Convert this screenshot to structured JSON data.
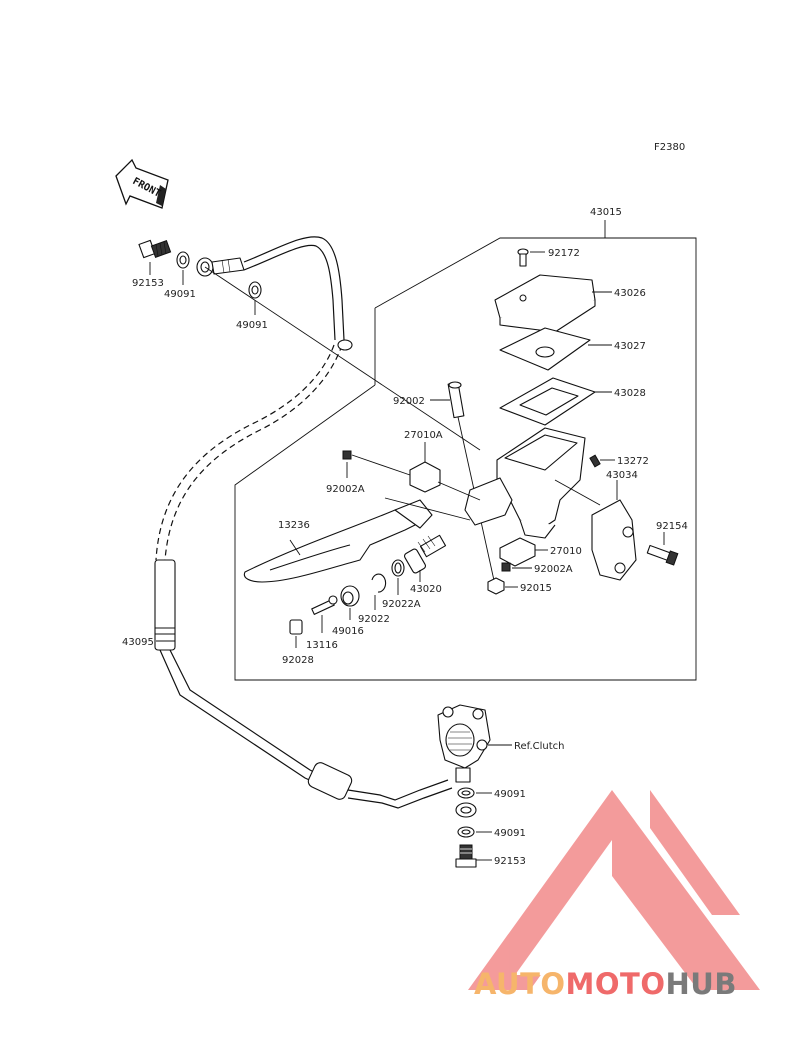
{
  "figure_code": "F2380",
  "front_indicator": "FRONT",
  "parts": {
    "p43015": "43015",
    "p92172": "92172",
    "p43026": "43026",
    "p43027": "43027",
    "p43028": "43028",
    "p92002": "92002",
    "p27010A": "27010A",
    "p13272": "13272",
    "p43034": "43034",
    "p92002A_top": "92002A",
    "p13236": "13236",
    "p92154": "92154",
    "p27010": "27010",
    "p92002A_bot": "92002A",
    "p43020": "43020",
    "p92015": "92015",
    "p92022A": "92022A",
    "p92022": "92022",
    "p49016": "49016",
    "p13116": "13116",
    "p92028": "92028",
    "p43095": "43095",
    "p92153_top": "92153",
    "p49091_top1": "49091",
    "p49091_top2": "49091",
    "ref_clutch": "Ref.Clutch",
    "p49091_bot1": "49091",
    "p49091_bot2": "49091",
    "p92153_bot": "92153"
  },
  "watermark": {
    "part1": "AUTO",
    "part2": "MOTO",
    "part3": "HUB",
    "color_orange": "#f6b56b",
    "color_red": "#ef6a6a",
    "color_gray": "#7a7a7a"
  }
}
